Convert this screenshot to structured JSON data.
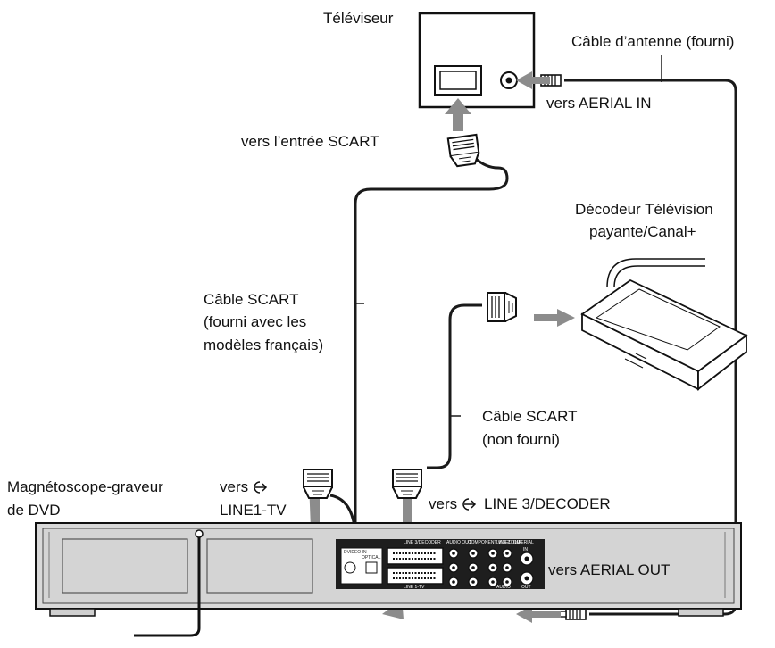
{
  "labels": {
    "tv": "Téléviseur",
    "antenna_cable": "Câble d’antenne (fourni)",
    "to_aerial_in": "vers AERIAL IN",
    "to_scart_input": "vers l’entrée SCART",
    "decoder_line1": "Décodeur Télévision",
    "decoder_line2": "payante/Canal+",
    "scart_cable_supplied_line1": "Câble SCART",
    "scart_cable_supplied_line2": "(fourni avec les",
    "scart_cable_supplied_line3": "modèles français)",
    "scart_cable_not_supplied_line1": "Câble SCART",
    "scart_cable_not_supplied_line2": "(non fourni)",
    "recorder_line1": "Magnétoscope-graveur",
    "recorder_line2": "de DVD",
    "to_line1_prefix": "vers",
    "to_line1_suffix": "LINE1-TV",
    "to_line3_prefix": "vers",
    "to_line3_suffix": "LINE 3/DECODER",
    "to_aerial_out": "vers AERIAL OUT"
  },
  "panel_labels": {
    "line3_decoder": "LINE 3/DECODER",
    "line1_tv": "LINE 1-TV",
    "audio_out": "AUDIO OUT",
    "component": "COMPONENT VIDEO OUT",
    "line2_out": "LINE 2 OUT",
    "aerial": "AERIAL",
    "dvd_in": "DVIDEO IN",
    "optical": "OPTICAL",
    "in": "IN",
    "out": "OUT",
    "audio": "AUDIO"
  },
  "colors": {
    "cable": "#1a1a1a",
    "arrow": "#8c8c8c",
    "device_fill": "#d9d9d9",
    "panel_dark": "#1e1e1e"
  }
}
